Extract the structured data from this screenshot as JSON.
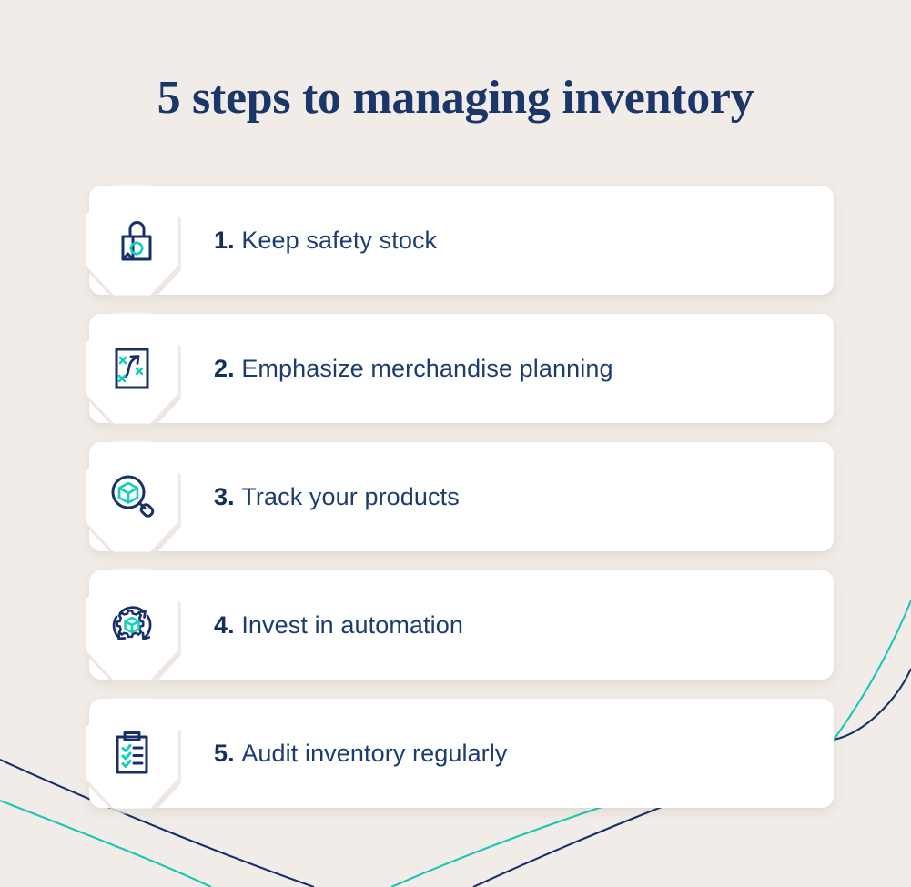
{
  "page": {
    "title": "5 steps to managing inventory",
    "background_color": "#f1ece7",
    "navy": "#1b3668",
    "teal": "#10cfbc",
    "card_color": "#ffffff"
  },
  "steps": [
    {
      "number": "1.",
      "label": "Keep safety stock",
      "icon": "shopping-bag-icon"
    },
    {
      "number": "2.",
      "label": "Emphasize merchandise planning",
      "icon": "strategy-board-icon"
    },
    {
      "number": "3.",
      "label": "Track your products",
      "icon": "magnifier-cube-icon"
    },
    {
      "number": "4.",
      "label": "Invest in automation",
      "icon": "gear-cube-cycle-icon"
    },
    {
      "number": "5.",
      "label": "Audit inventory regularly",
      "icon": "clipboard-checklist-icon"
    }
  ]
}
